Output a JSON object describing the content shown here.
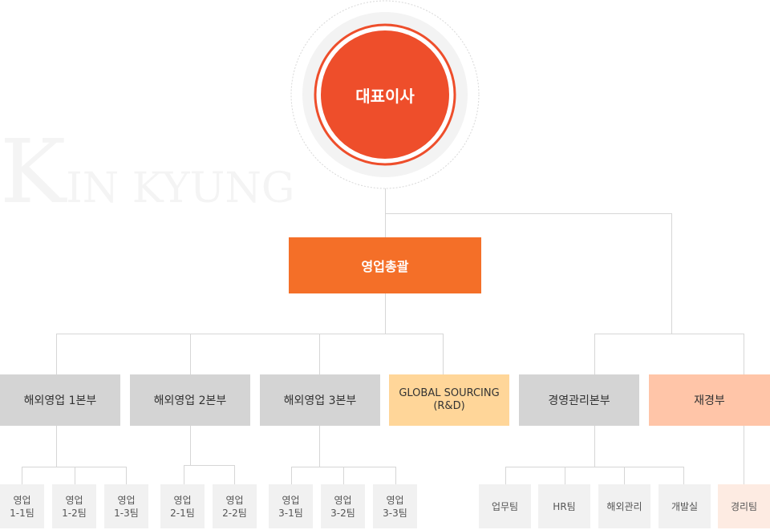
{
  "watermark": "KIN KYUNG",
  "ceo": "대표이사",
  "sales_head": "영업총괄",
  "divisions": [
    "해외영업 1본부",
    "해외영업 2본부",
    "해외영업 3본부",
    "GLOBAL SOURCING\n(R&D)",
    "경영관리본부",
    "재경부"
  ],
  "teams": [
    "영업\n1-1팀",
    "영업\n1-2팀",
    "영업\n1-3팀",
    "영업\n2-1팀",
    "영업\n2-2팀",
    "영업\n3-1팀",
    "영업\n3-2팀",
    "영업\n3-3팀"
  ],
  "mgmt_teams": [
    "업무팀",
    "HR팀",
    "해외관리",
    "개발실"
  ],
  "finance_team": "경리팀",
  "colors": {
    "ceo": "#ee4e2b",
    "sales": "#f46f28",
    "division": "#d4d4d4",
    "sourcing": "#ffd699",
    "finance": "#ffc5a8",
    "finance_team": "#fdebe2"
  }
}
